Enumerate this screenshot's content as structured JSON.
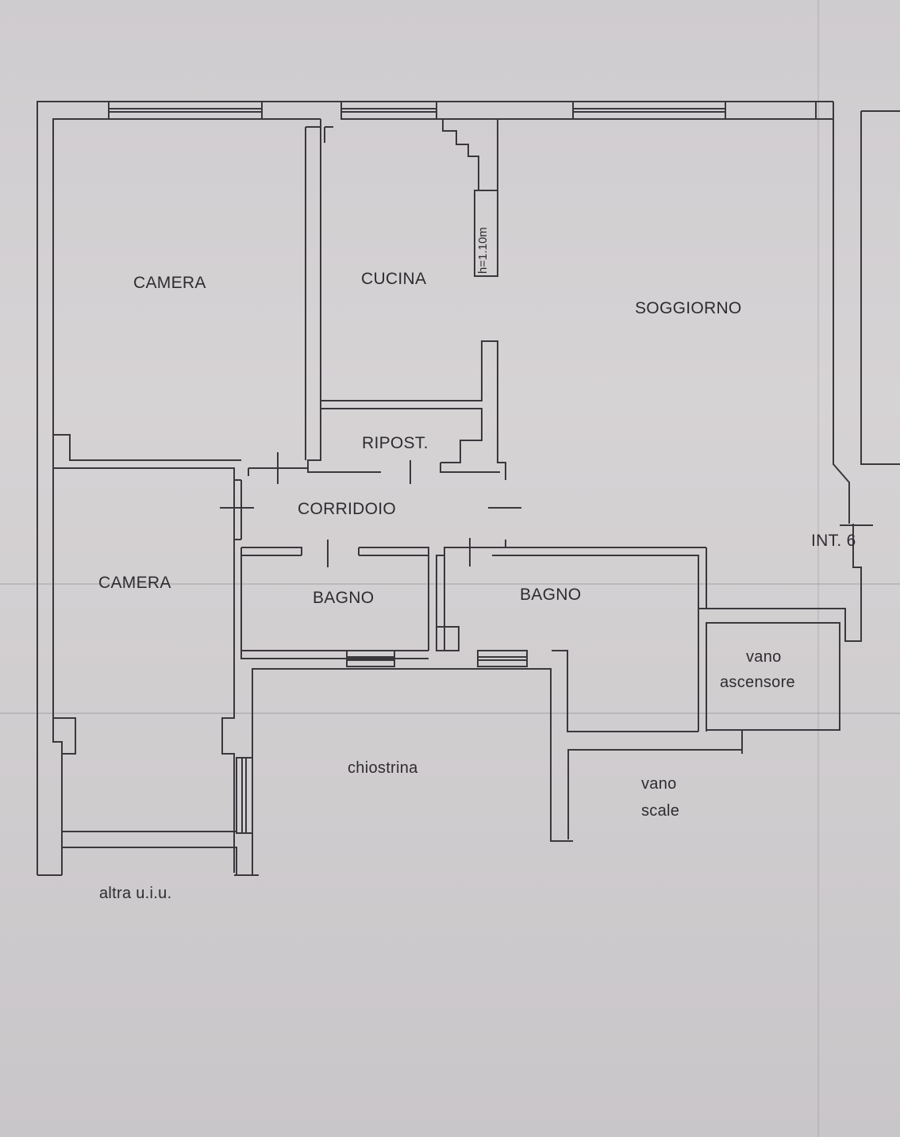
{
  "rooms": {
    "camera_top": "CAMERA",
    "cucina": "CUCINA",
    "soggiorno": "SOGGIORNO",
    "ripostiglio": "RIPOST.",
    "corridoio": "CORRIDOIO",
    "camera_bottom": "CAMERA",
    "bagno_left": "BAGNO",
    "bagno_right": "BAGNO",
    "vano_ascensore_1": "vano",
    "vano_ascensore_2": "ascensore",
    "chiostrina": "chiostrina",
    "vano_scale_1": "vano",
    "vano_scale_2": "scale",
    "altra_uiu": "altra u.i.u.",
    "interno": "INT. 6"
  },
  "annotations": {
    "height_note": "h=1.10m"
  }
}
